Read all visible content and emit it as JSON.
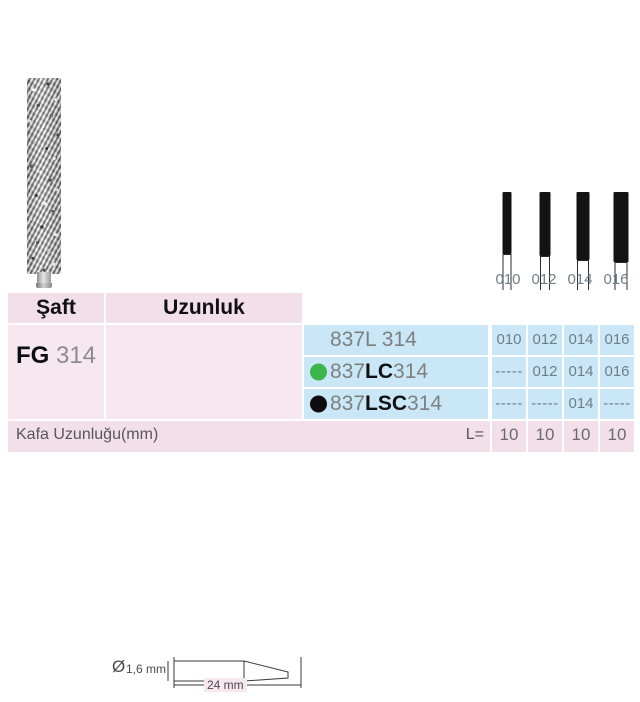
{
  "product": {
    "illustration_name": "diamond-cylinder-bur",
    "shape_codes": [
      "010",
      "012",
      "014",
      "016"
    ]
  },
  "table": {
    "headers": {
      "shank": "Şaft",
      "length": "Uzunluk"
    },
    "shank": {
      "prefix": "FG",
      "number": "314"
    },
    "diagram": {
      "diameter_symbol": "Ø",
      "diameter": "1,6 mm",
      "length": "24 mm"
    },
    "size_columns": [
      "010",
      "012",
      "014",
      "016"
    ],
    "rows": [
      {
        "dot": "none",
        "dot_color": "",
        "code_prefix": "837L",
        "code_bold": "",
        "code_suffix": " 314",
        "values": [
          "010",
          "012",
          "014",
          "016"
        ]
      },
      {
        "dot": "green",
        "dot_color": "#3cb54a",
        "code_prefix": "837",
        "code_bold": "LC",
        "code_suffix": "314",
        "values": [
          "-----",
          "012",
          "014",
          "016"
        ]
      },
      {
        "dot": "black",
        "dot_color": "#0d0d0d",
        "code_prefix": "837",
        "code_bold": "LSC",
        "code_suffix": "314",
        "values": [
          "-----",
          "-----",
          "014",
          "-----"
        ]
      }
    ],
    "footer": {
      "label": "Kafa Uzunluğu(mm)",
      "equals": "L=",
      "values": [
        "10",
        "10",
        "10",
        "10"
      ]
    }
  },
  "colors": {
    "pink": "#f2dfe9",
    "pink_pale": "#f7e8f0",
    "blue": "#c9e7f7",
    "green_dot": "#3cb54a",
    "black_dot": "#0d0d0d"
  }
}
